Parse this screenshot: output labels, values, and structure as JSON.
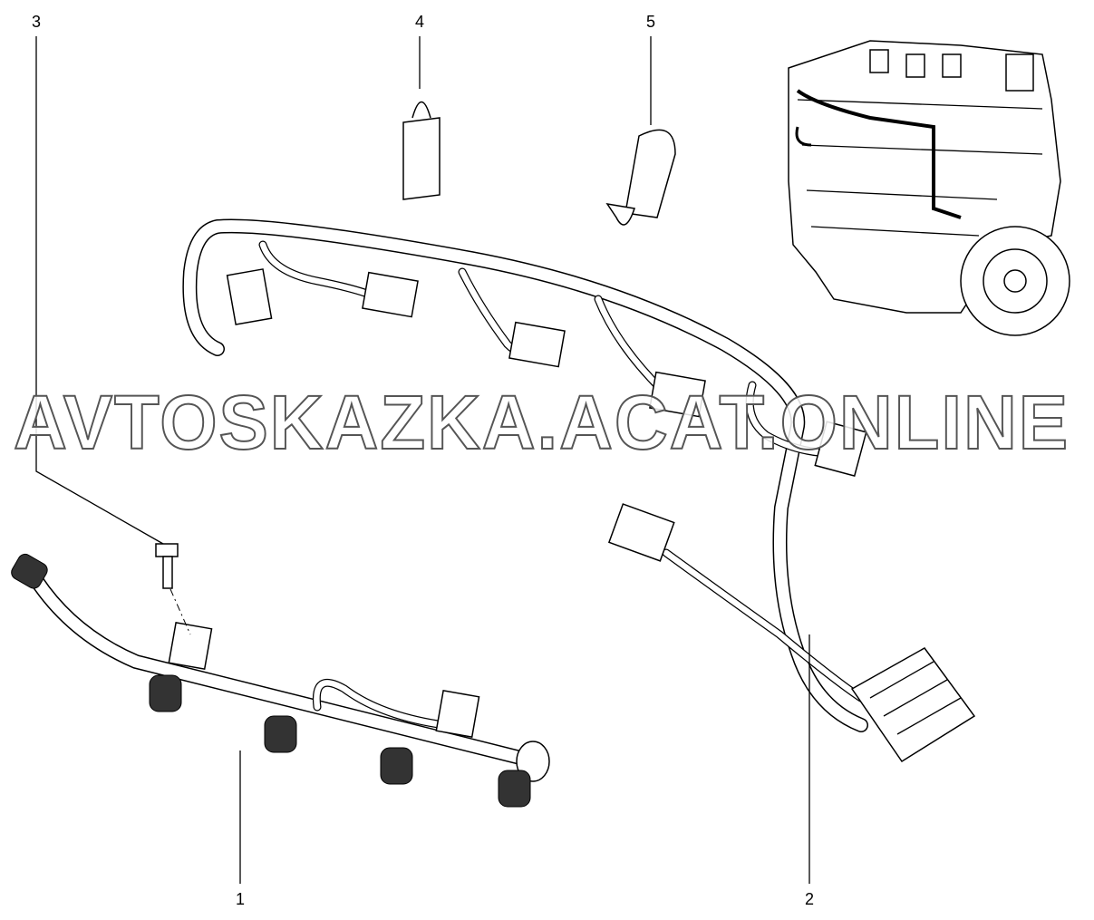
{
  "diagram": {
    "callouts": [
      {
        "id": "1",
        "label": "1"
      },
      {
        "id": "2",
        "label": "2"
      },
      {
        "id": "3",
        "label": "3"
      },
      {
        "id": "4",
        "label": "4"
      },
      {
        "id": "5",
        "label": "5"
      }
    ],
    "watermark": "AVTOSKAZKA.ACAT.ONLINE"
  }
}
